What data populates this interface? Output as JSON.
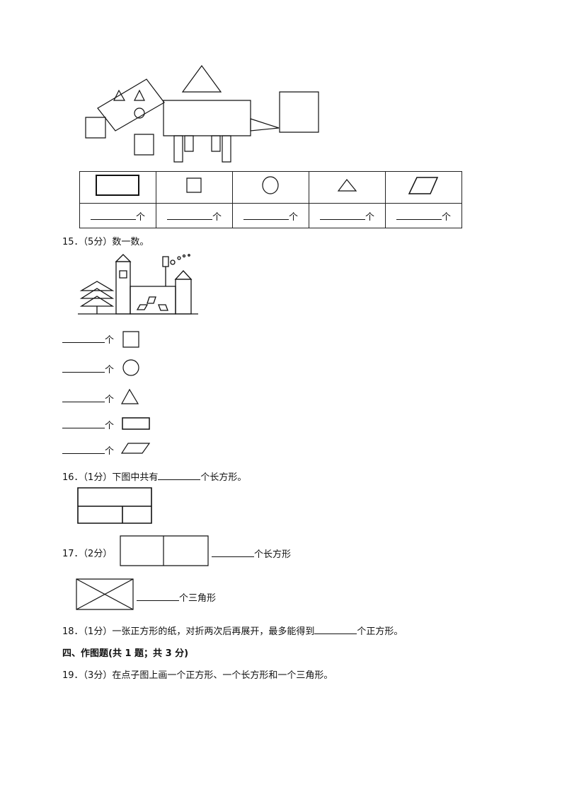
{
  "table": {
    "unit_cells": [
      "个",
      "个",
      "个",
      "个",
      "个"
    ],
    "shape_icons": [
      "rectangle-icon",
      "square-icon",
      "circle-icon",
      "triangle-icon",
      "parallelogram-icon"
    ]
  },
  "q15": {
    "number": "15．",
    "score": "（5分）",
    "text": "数一数。",
    "rows": [
      {
        "unit": "个",
        "icon": "square-icon"
      },
      {
        "unit": "个",
        "icon": "circle-icon"
      },
      {
        "unit": "个",
        "icon": "triangle-icon"
      },
      {
        "unit": "个",
        "icon": "rectangle-icon"
      },
      {
        "unit": "个",
        "icon": "parallelogram-icon"
      }
    ]
  },
  "q16": {
    "number": "16．",
    "score": "（1分）",
    "prefix": "下图中共有",
    "suffix": "个长方形。"
  },
  "q17": {
    "number": "17．",
    "score": "（2分）",
    "answer1_suffix": "个长方形",
    "answer2_suffix": "个三角形"
  },
  "q18": {
    "number": "18．",
    "score": "（1分）",
    "prefix": "一张正方形的纸，对折两次后再展开，最多能得到",
    "suffix": "个正方形。"
  },
  "section4": {
    "heading": "四、作图题(共 1 题；共 3 分)"
  },
  "q19": {
    "number": "19．",
    "score": "（3分）",
    "text": "在点子图上画一个正方形、一个长方形和一个三角形。"
  }
}
